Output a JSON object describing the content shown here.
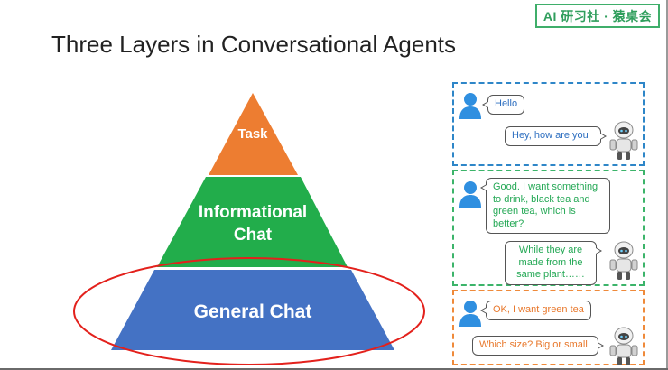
{
  "badge": {
    "text": "AI 研习社 · 猿桌会"
  },
  "slide": {
    "title": "Three Layers in Conversational Agents"
  },
  "pyramid": {
    "layers": [
      {
        "label": "Task",
        "color": "#ed7d31"
      },
      {
        "label_lines": [
          "Informational",
          "Chat"
        ],
        "color": "#22ad4b"
      },
      {
        "label": "General Chat",
        "color": "#4472c4"
      }
    ],
    "highlight_color": "#e3211c"
  },
  "dialogs": {
    "task": {
      "user": "Hello",
      "bot": "Hey, how are you"
    },
    "informational": {
      "user_lines": [
        "Good. I want something",
        "to drink, black tea and",
        "green tea, which  is",
        "better?"
      ],
      "bot_lines": [
        "While they are",
        "made from the",
        "same plant……"
      ]
    },
    "general": {
      "user": "OK, I want green tea",
      "bot": "Which size? Big or small"
    }
  },
  "colors": {
    "user_icon": "#2f8fe0",
    "panel_task": "#2e86c8",
    "panel_informational": "#3cb46a",
    "panel_general": "#ef8a3a"
  }
}
